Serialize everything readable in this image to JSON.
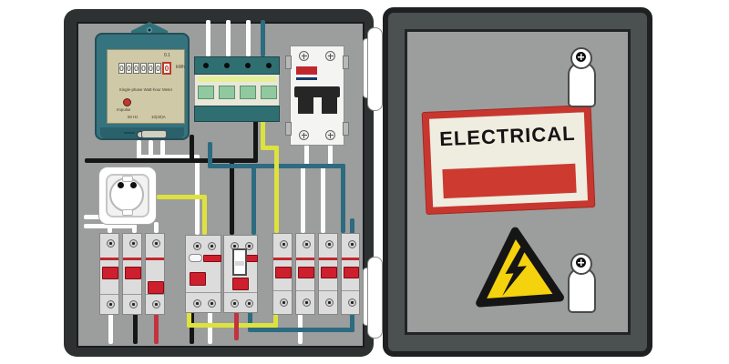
{
  "scene": {
    "description": "Open electrical cabinet: meter, terminal block and circuit breakers with colored wiring on the left; cabinet door with warning sign on the right"
  },
  "colors": {
    "background": "#ffffff",
    "cabinet_frame": "#2e3132",
    "cabinet_surface": "#9c9d9d",
    "door_frame": "#4b5051",
    "meter_body": "#35747f",
    "meter_display": "#cfc9a8",
    "terminal_block": "#2f6f72",
    "terminal_cells": "#90c9a0",
    "breaker_body": "#dcdcdc",
    "accent_red": "#c0282e",
    "sign_border_red": "#c8372f",
    "sign_background": "#efece0",
    "warning_yellow": "#f5d20e",
    "wire_white": "#fdfdfd",
    "wire_black": "#161616",
    "wire_red": "#c2333e",
    "wire_yellow": "#dde23e",
    "wire_blue": "#2d6b80"
  },
  "panel": {
    "meter": {
      "digits": [
        "0",
        "0",
        "0",
        "0",
        "0",
        "0"
      ],
      "red_digit": "0",
      "register_label": "0.1",
      "unit_label": "kWh",
      "name_label": "Single-phase Watt-hour Meter",
      "impulse_label": "Impulse",
      "frequency_label": "50 Hz",
      "rating_label": "10(40)A"
    }
  },
  "door": {
    "sign_text": "ELECTRICAL",
    "warning_symbol": "high-voltage-lightning"
  }
}
